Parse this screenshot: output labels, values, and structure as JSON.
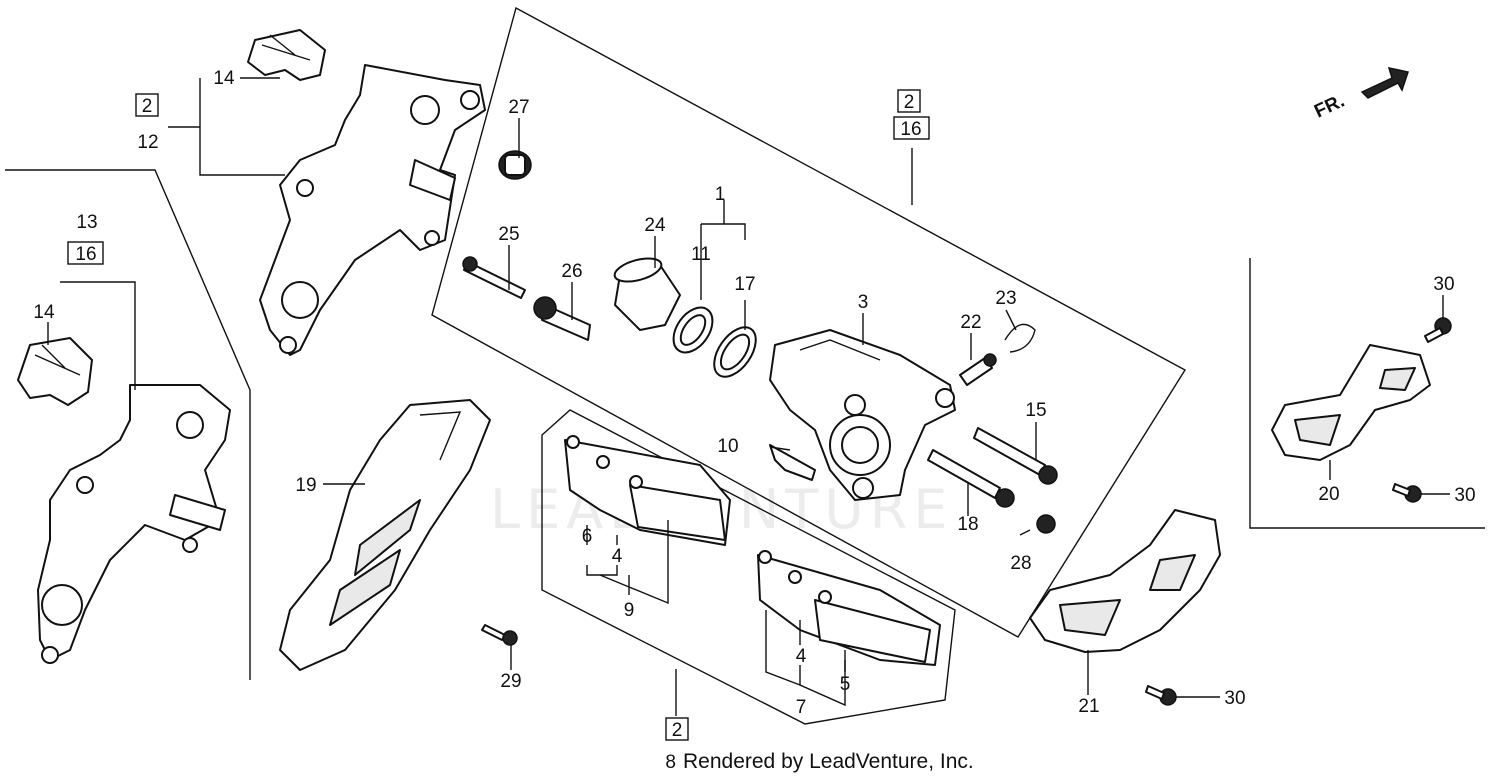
{
  "orientation": {
    "fr_label": "FR."
  },
  "watermark": "LEADVENTURE",
  "callouts": {
    "c1": "1",
    "c2a": "2",
    "c2b": "2",
    "c2c": "2",
    "c3": "3",
    "c4a": "4",
    "c4b": "4",
    "c5": "5",
    "c6": "6",
    "c7": "7",
    "c8": "8",
    "c9": "9",
    "c10": "10",
    "c11": "11",
    "c12": "12",
    "c13": "13",
    "c14a": "14",
    "c14b": "14",
    "c15": "15",
    "c16a": "16",
    "c16b": "16",
    "c17": "17",
    "c18": "18",
    "c19": "19",
    "c20": "20",
    "c21": "21",
    "c22": "22",
    "c23": "23",
    "c24": "24",
    "c25": "25",
    "c26": "26",
    "c27": "27",
    "c28": "28",
    "c29": "29",
    "c30a": "30",
    "c30b": "30",
    "c30c": "30"
  },
  "footer": "Rendered by LeadVenture, Inc."
}
